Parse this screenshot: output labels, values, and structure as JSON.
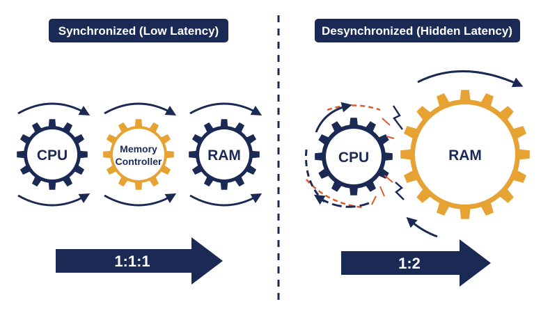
{
  "colors": {
    "navy": "#1b2a55",
    "gold": "#e6a233",
    "spark": "#e0592a",
    "white": "#ffffff"
  },
  "left_panel": {
    "title": "Synchronized (Low Latency)",
    "gears": [
      {
        "label_lines": [
          "CPU"
        ],
        "color": "navy"
      },
      {
        "label_lines": [
          "Memory",
          "Controller"
        ],
        "color": "gold"
      },
      {
        "label_lines": [
          "RAM"
        ],
        "color": "navy"
      }
    ],
    "ratio": "1:1:1"
  },
  "right_panel": {
    "title": "Desynchronized (Hidden Latency)",
    "gears": [
      {
        "label_lines": [
          "CPU"
        ],
        "color": "navy"
      },
      {
        "label_lines": [
          "RAM"
        ],
        "color": "gold"
      }
    ],
    "ratio": "1:2",
    "icons": [
      "rotation-arrow-icon",
      "lightning-spark-icon",
      "friction-spark-icon"
    ]
  }
}
